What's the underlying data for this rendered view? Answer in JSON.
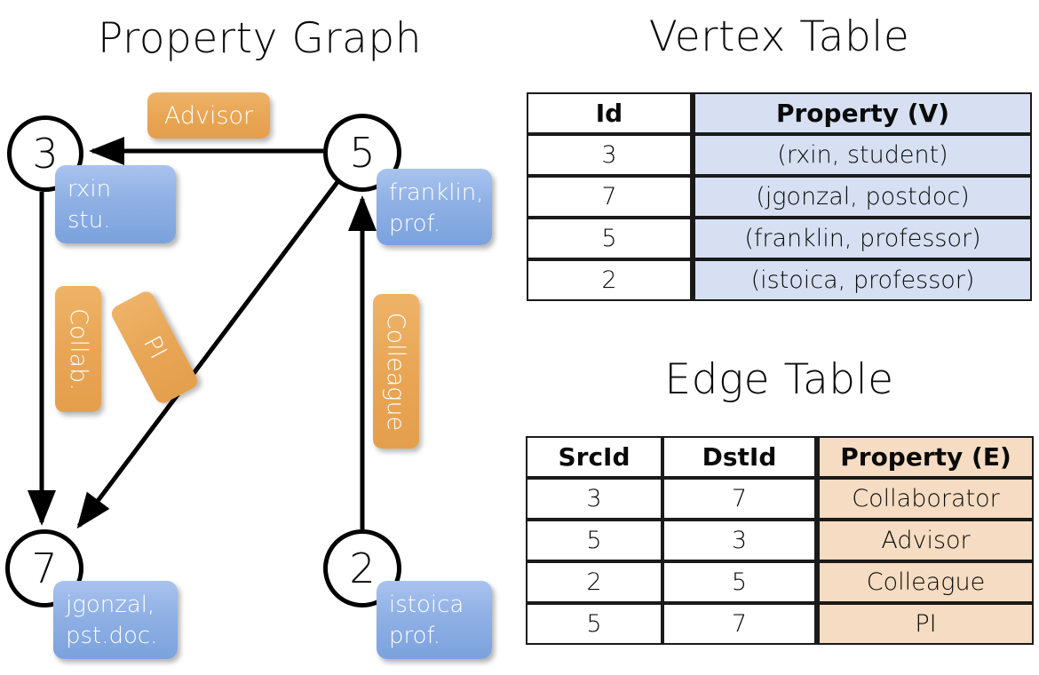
{
  "titles": {
    "property_graph": "Property Graph",
    "vertex_table": "Vertex Table",
    "edge_table": "Edge Table"
  },
  "colors": {
    "node_blue_top": "#a9c3ee",
    "node_blue_bottom": "#7ba2dd",
    "edge_orange_top": "#eeb368",
    "edge_orange_bottom": "#e49f4c",
    "vertex_prop_fill": "#d6e0f2",
    "edge_prop_fill": "#f5dcc2",
    "stroke": "#000000"
  },
  "graph": {
    "nodes": [
      {
        "id": "3",
        "label": "3",
        "property_line1": "rxin",
        "property_line2": "stu."
      },
      {
        "id": "5",
        "label": "5",
        "property_line1": "franklin,",
        "property_line2": "prof."
      },
      {
        "id": "7",
        "label": "7",
        "property_line1": "jgonzal,",
        "property_line2": "pst.doc."
      },
      {
        "id": "2",
        "label": "2",
        "property_line1": "istoica",
        "property_line2": "prof."
      }
    ],
    "edge_labels": [
      {
        "name": "advisor",
        "text": "Advisor"
      },
      {
        "name": "collab",
        "text": "Collab."
      },
      {
        "name": "pi",
        "text": "PI"
      },
      {
        "name": "colleague",
        "text": "Colleague"
      }
    ]
  },
  "vertex_table": {
    "headers": [
      "Id",
      "Property (V)"
    ],
    "rows": [
      {
        "id": "3",
        "property": "(rxin, student)"
      },
      {
        "id": "7",
        "property": "(jgonzal, postdoc)"
      },
      {
        "id": "5",
        "property": "(franklin, professor)"
      },
      {
        "id": "2",
        "property": "(istoica, professor)"
      }
    ]
  },
  "edge_table": {
    "headers": [
      "SrcId",
      "DstId",
      "Property (E)"
    ],
    "rows": [
      {
        "src": "3",
        "dst": "7",
        "property": "Collaborator"
      },
      {
        "src": "5",
        "dst": "3",
        "property": "Advisor"
      },
      {
        "src": "2",
        "dst": "5",
        "property": "Colleague"
      },
      {
        "src": "5",
        "dst": "7",
        "property": "PI"
      }
    ]
  }
}
